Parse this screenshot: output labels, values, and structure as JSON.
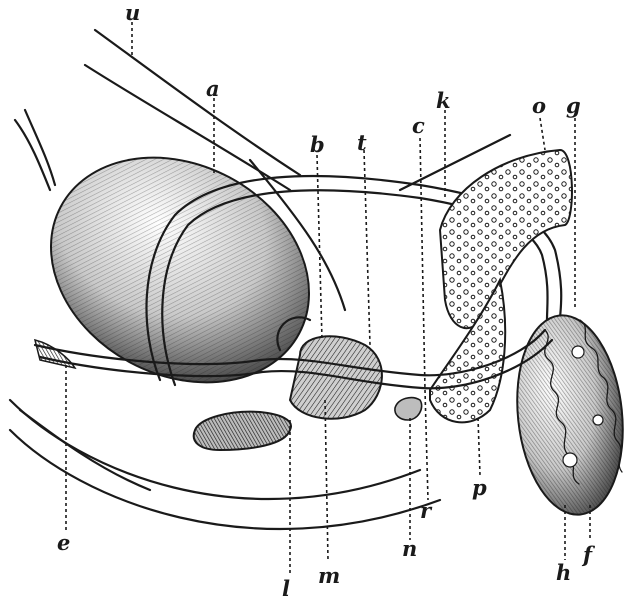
{
  "figure": {
    "labels": {
      "u": "u",
      "a": "a",
      "b": "b",
      "t": "t",
      "c": "c",
      "k": "k",
      "o": "o",
      "g": "g",
      "e": "e",
      "l": "l",
      "m": "m",
      "n": "n",
      "r": "r",
      "p": "p",
      "h": "h",
      "f": "f"
    }
  },
  "colors": {
    "ink": "#1a1a1a",
    "paper": "#ffffff"
  }
}
